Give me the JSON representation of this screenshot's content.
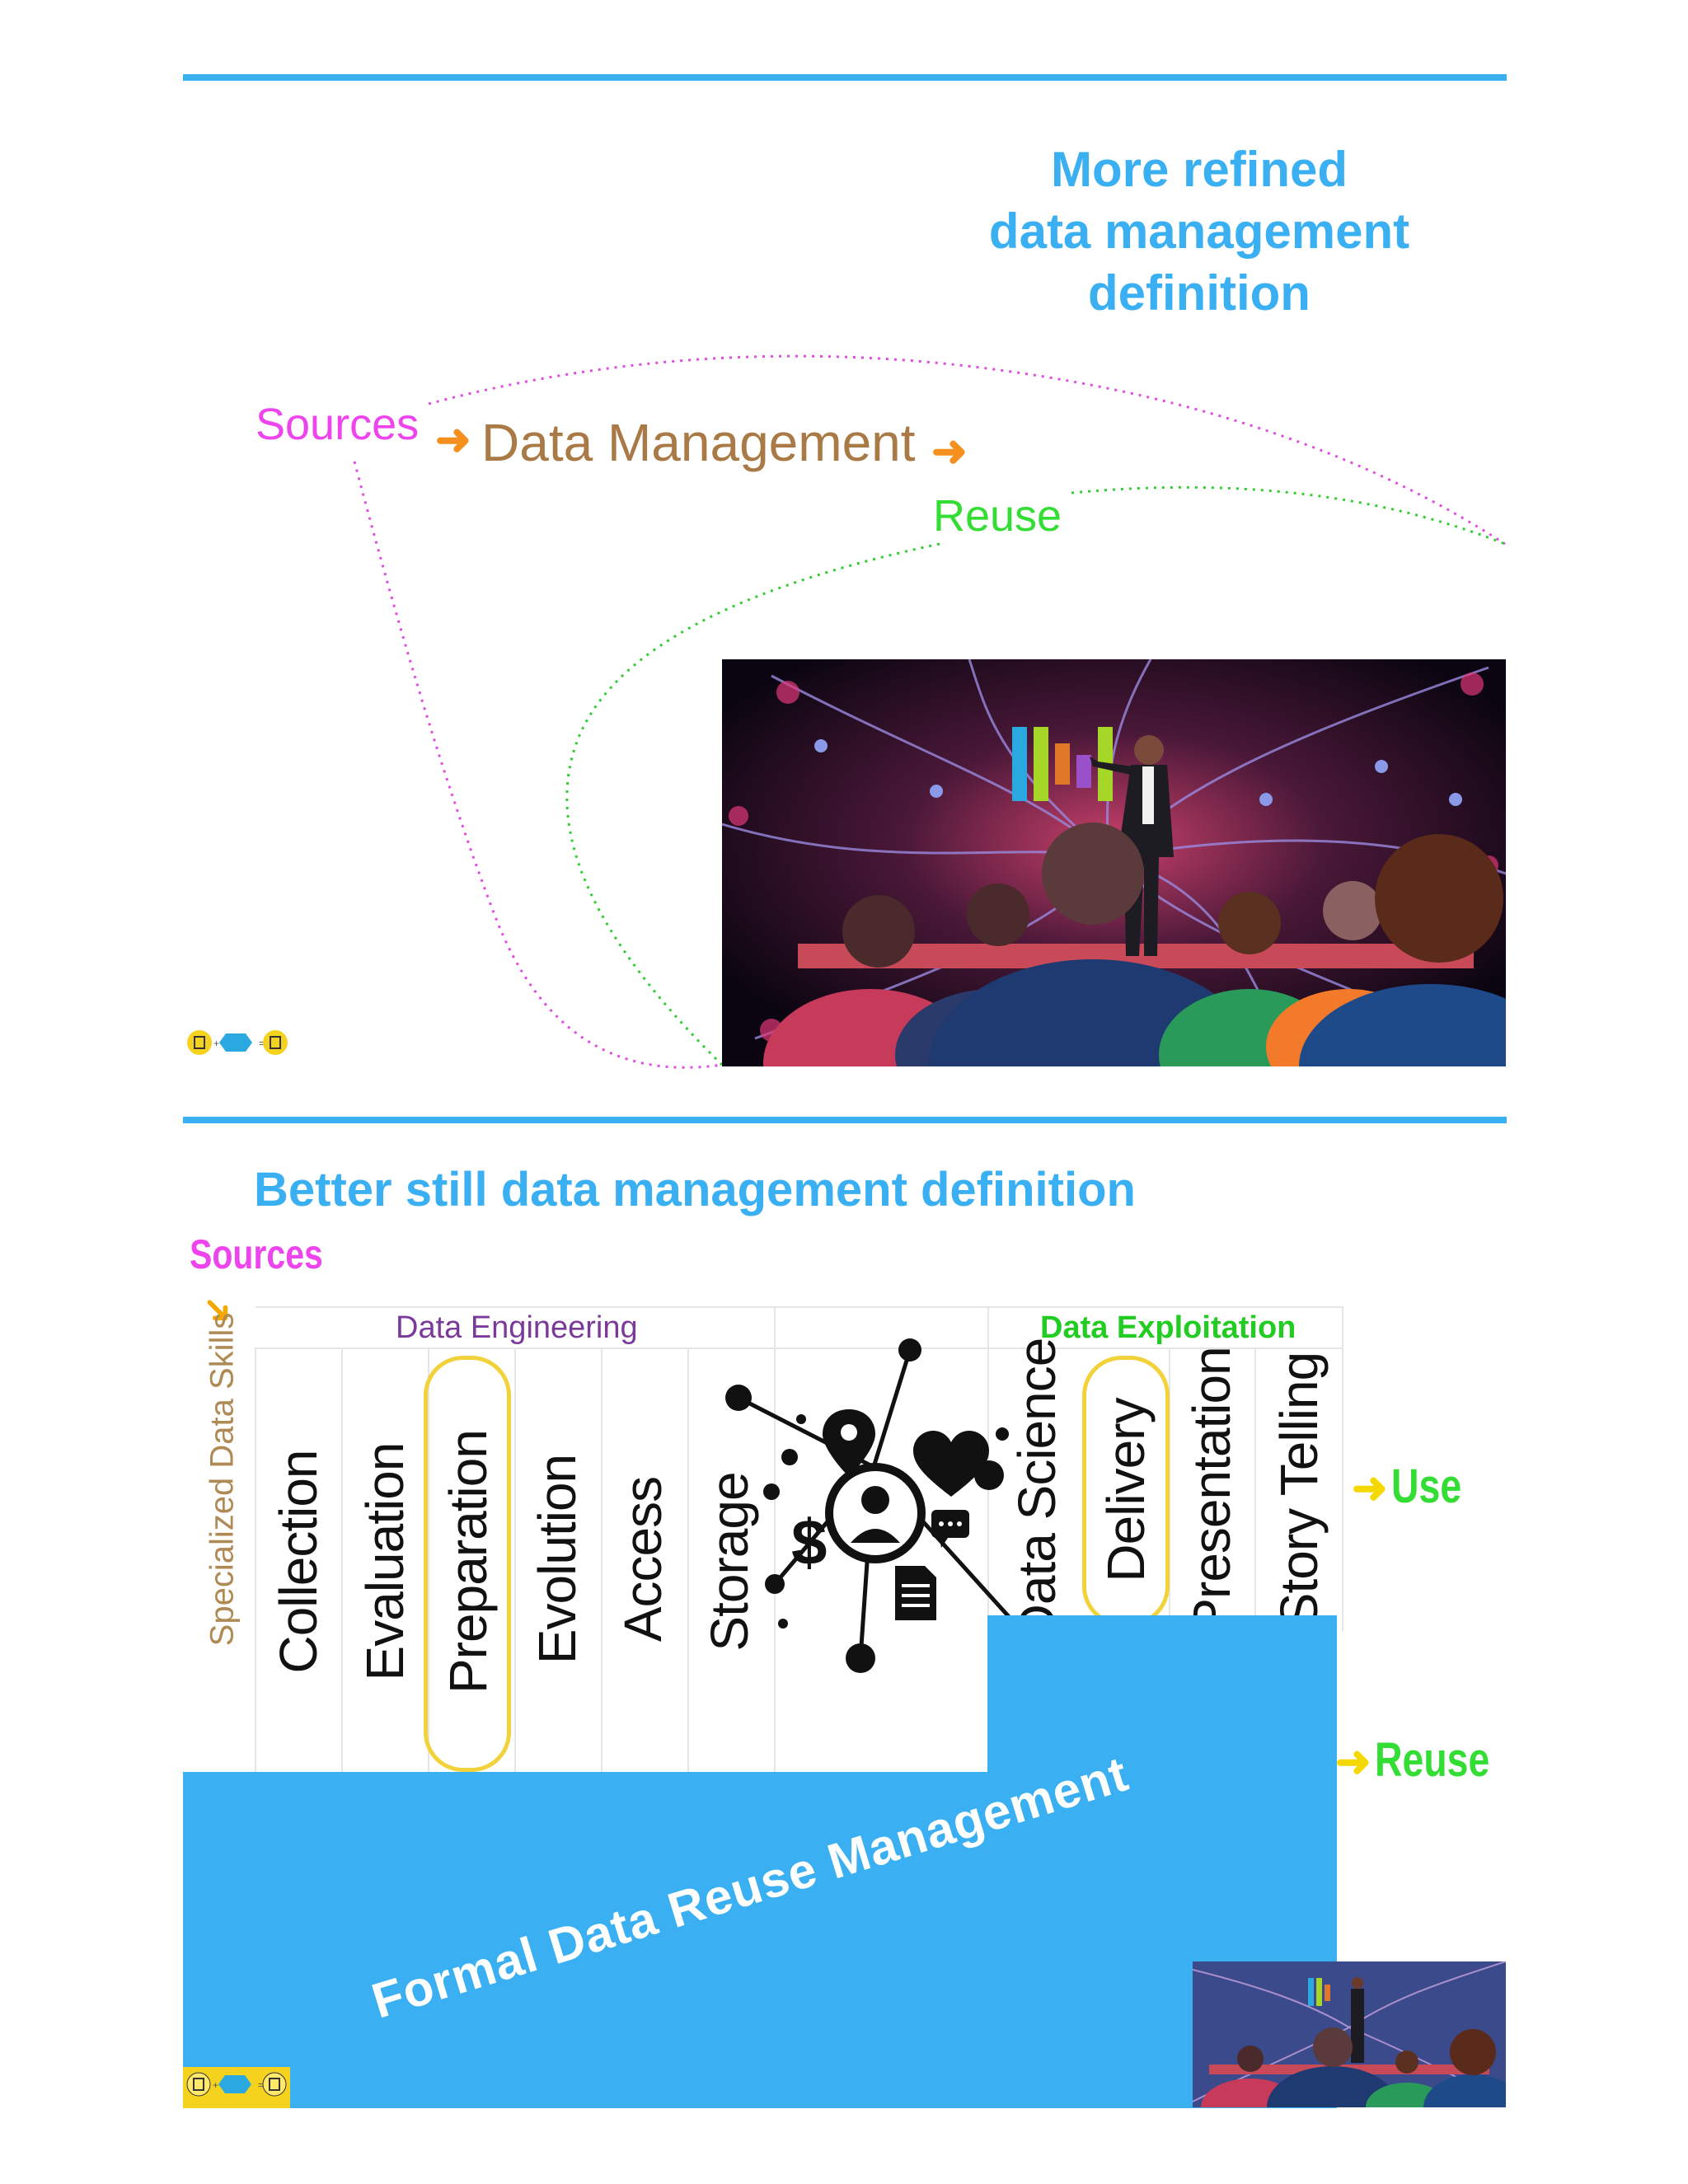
{
  "slide_top": {
    "title_lines": [
      "More refined",
      "data management",
      "definition"
    ],
    "flow": {
      "sources": "Sources",
      "arrow": "➜",
      "data_management": "Data Management",
      "reuse": "Reuse"
    }
  },
  "slide_bottom": {
    "title": "Better still data management definition",
    "sources": "Sources",
    "sources_arrow": "➘",
    "groups": {
      "engineering": "Data Engineering",
      "exploitation": "Data Exploitation"
    },
    "row_label": "Specialized Data Skills",
    "skills": [
      "Collection",
      "Evaluation",
      "Preparation",
      "Evolution",
      "Access",
      "Storage",
      "Data Science",
      "Delivery",
      "Presentation",
      "Story Telling"
    ],
    "highlighted": [
      "Preparation",
      "Delivery"
    ],
    "base_label": "Formal Data Reuse Management",
    "outputs": {
      "arrow": "➜",
      "use": "Use",
      "reuse": "Reuse"
    }
  },
  "colors": {
    "accent_blue": "#3ab0f2",
    "magenta": "#ee44ee",
    "orange": "#f5901e",
    "brown": "#a97a45",
    "green": "#33dd33",
    "purple": "#7a3a9a",
    "highlight_yellow": "#f2d23a"
  },
  "icons": [
    "data-hub-icon",
    "person-icon",
    "map-pin-icon",
    "heart-icon",
    "dollar-icon",
    "chat-icon",
    "document-icon"
  ]
}
